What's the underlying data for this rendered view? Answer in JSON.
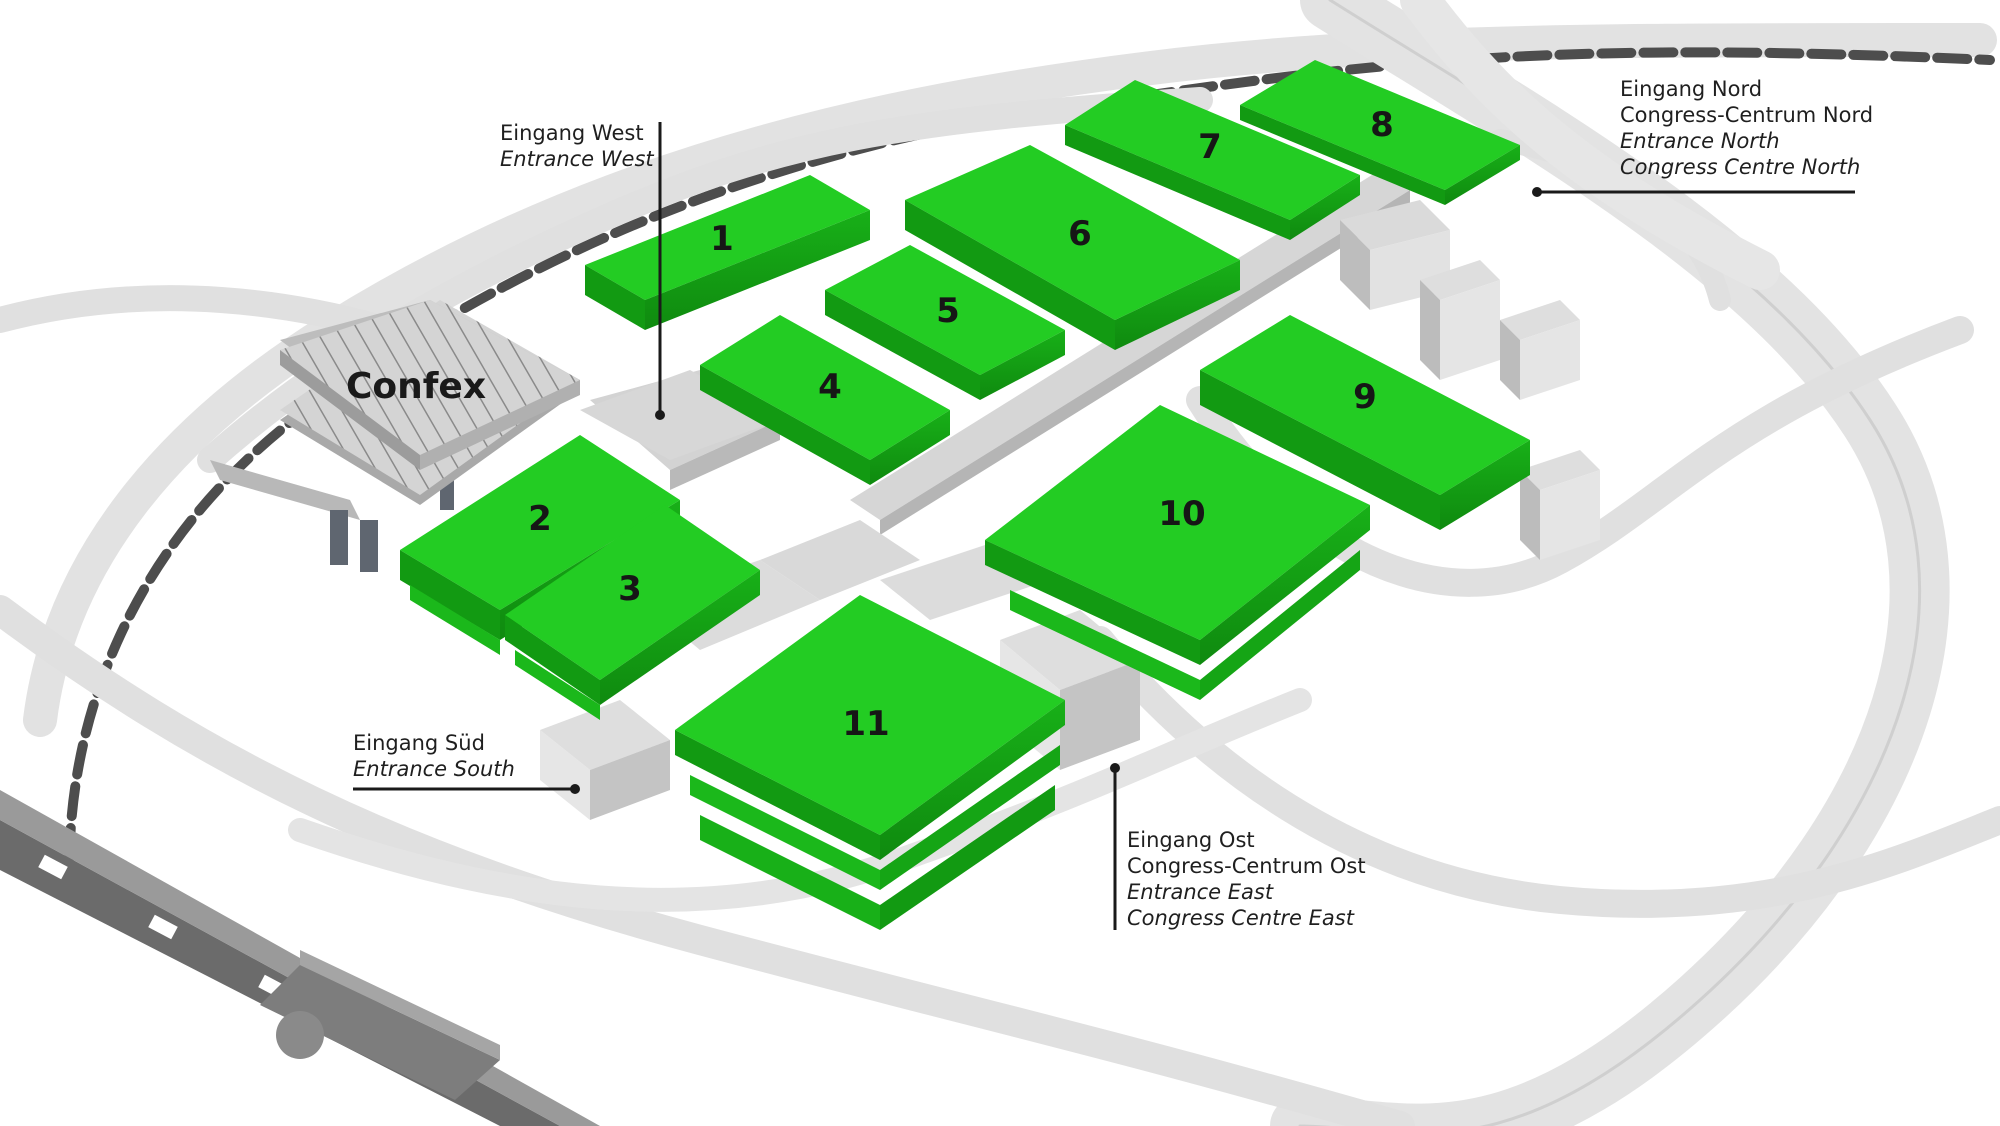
{
  "map": {
    "halls": [
      {
        "id": "1",
        "label": "1"
      },
      {
        "id": "2",
        "label": "2"
      },
      {
        "id": "3",
        "label": "3"
      },
      {
        "id": "4",
        "label": "4"
      },
      {
        "id": "5",
        "label": "5"
      },
      {
        "id": "6",
        "label": "6"
      },
      {
        "id": "7",
        "label": "7"
      },
      {
        "id": "8",
        "label": "8"
      },
      {
        "id": "9",
        "label": "9"
      },
      {
        "id": "10",
        "label": "10"
      },
      {
        "id": "11",
        "label": "11"
      }
    ],
    "confex": {
      "label": "Confex"
    },
    "colors": {
      "hall_green": "#1ec81e",
      "hall_green_dark": "#16a016",
      "road": "#dcdcdc",
      "road_edge": "#c8c8c8",
      "building_grey": "#c9c9c9",
      "rail_dark": "#5a5a5a",
      "background": "#ffffff"
    }
  },
  "entrances": {
    "west": {
      "de": "Eingang West",
      "en": "Entrance West"
    },
    "north": {
      "de": "Eingang Nord",
      "de2": "Congress-Centrum Nord",
      "en": "Entrance North",
      "en2": "Congress Centre North"
    },
    "south": {
      "de": "Eingang Süd",
      "en": "Entrance South"
    },
    "east": {
      "de": "Eingang Ost",
      "de2": "Congress-Centrum Ost",
      "en": "Entrance East",
      "en2": "Congress Centre East"
    }
  }
}
